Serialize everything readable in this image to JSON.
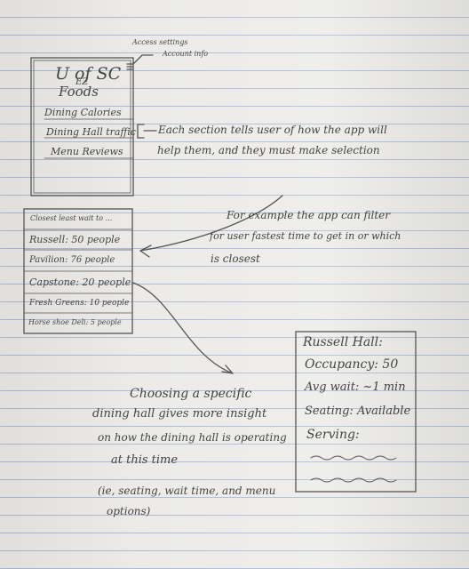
{
  "phone1": {
    "title_line1": "U of SC",
    "ez": "EZ",
    "title_line2": "Foods",
    "menu": [
      "Dining Calories",
      "Dining Hall traffic",
      "Menu Reviews"
    ],
    "settings_note": [
      "Access settings",
      "Account info"
    ]
  },
  "note_sections": [
    "Each section tells user of how the app will",
    "help them, and they must make selection"
  ],
  "phone2": {
    "header": "Closest least wait to ...",
    "rows": [
      "Russell: 50 people",
      "Pavilion: 76 people",
      "Capstone: 20 people",
      "Fresh Greens: 10 people",
      "Horse shoe Deli: 5 people"
    ]
  },
  "note_filter": [
    "For example the app can filter",
    "for user fastest time to get in or which",
    "is closest"
  ],
  "note_insight": [
    "Choosing a specific",
    "dining hall gives more insight",
    "on how the dining hall is operating",
    "at this time",
    "(ie, seating, wait time, and menu",
    "options)"
  ],
  "phone3": {
    "title": "Russell Hall:",
    "fields": [
      "Occupancy: 50",
      "Avg wait: ~1 min",
      "Seating: Available",
      "Serving:"
    ]
  }
}
